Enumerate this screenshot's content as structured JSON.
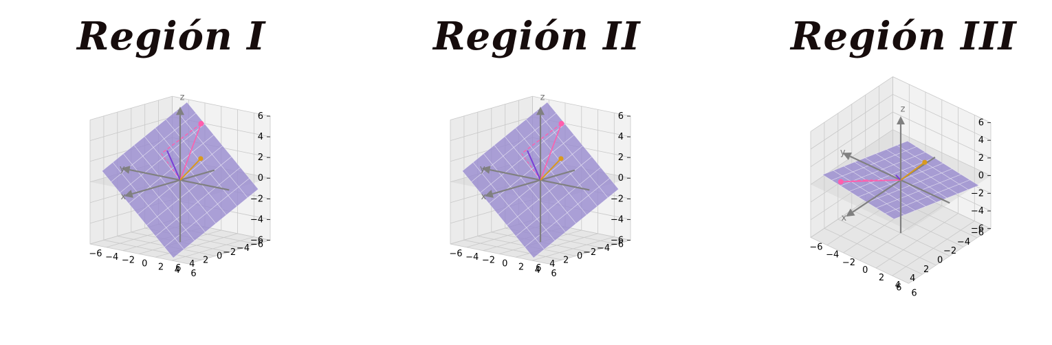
{
  "chart_data": [
    {
      "type": "surface3d",
      "title": "Región I",
      "axis_names": {
        "x": "x",
        "y": "y",
        "z": "z"
      },
      "xlim": [
        -6,
        6
      ],
      "ylim": [
        -6,
        6
      ],
      "zlim": [
        -6,
        6
      ],
      "ticks": {
        "x": [
          -6,
          -4,
          -2,
          0,
          2,
          4,
          6
        ],
        "y": [
          -6,
          -4,
          -2,
          0,
          2,
          4,
          6
        ],
        "z": [
          -6,
          -4,
          -2,
          0,
          2,
          4,
          6
        ]
      },
      "tick_labels": {
        "x": [
          "−6",
          "−4",
          "−2",
          "0",
          "2",
          "4",
          "6"
        ],
        "y": [
          "6",
          "4",
          "2",
          "0",
          "−2",
          "−4",
          "−6"
        ],
        "z": [
          "−6",
          "−4",
          "−2",
          "0",
          "2",
          "4",
          "6"
        ]
      },
      "grid": true,
      "plane_color": "#9a8ccf",
      "point_color": "#ff5fad",
      "vector_color": "#7a3ed6",
      "secondary_point_color": "#d99a1e"
    },
    {
      "type": "surface3d",
      "title": "Región II",
      "axis_names": {
        "x": "x",
        "y": "y",
        "z": "z"
      },
      "xlim": [
        -6,
        6
      ],
      "ylim": [
        -6,
        6
      ],
      "zlim": [
        -6,
        6
      ],
      "ticks": {
        "x": [
          -6,
          -4,
          -2,
          0,
          2,
          4,
          6
        ],
        "y": [
          -6,
          -4,
          -2,
          0,
          2,
          4,
          6
        ],
        "z": [
          -6,
          -4,
          -2,
          0,
          2,
          4,
          6
        ]
      },
      "tick_labels": {
        "x": [
          "−6",
          "−4",
          "−2",
          "0",
          "2",
          "4",
          "6"
        ],
        "y": [
          "6",
          "4",
          "2",
          "0",
          "−2",
          "−4",
          "−6"
        ],
        "z": [
          "−6",
          "−4",
          "−2",
          "0",
          "2",
          "4",
          "6"
        ]
      },
      "grid": true,
      "plane_color": "#9a8ccf",
      "point_color": "#ff5fad",
      "vector_color": "#7a3ed6",
      "secondary_point_color": "#d99a1e"
    },
    {
      "type": "surface3d",
      "title": "Región III",
      "axis_names": {
        "x": "x",
        "y": "y",
        "z": "z"
      },
      "xlim": [
        -6,
        6
      ],
      "ylim": [
        -6,
        6
      ],
      "zlim": [
        -6,
        6
      ],
      "ticks": {
        "x": [
          -6,
          -4,
          -2,
          0,
          2,
          4,
          6
        ],
        "y": [
          -6,
          -4,
          -2,
          0,
          2,
          4,
          6
        ],
        "z": [
          -6,
          -4,
          -2,
          0,
          2,
          4,
          6
        ]
      },
      "tick_labels": {
        "x": [
          "−6",
          "−4",
          "−2",
          "0",
          "2",
          "4",
          "6"
        ],
        "y": [
          "6",
          "4",
          "2",
          "0",
          "−2",
          "−4",
          "−6"
        ],
        "z": [
          "−6",
          "−4",
          "−2",
          "0",
          "2",
          "4",
          "6"
        ]
      },
      "grid": true,
      "plane_color": "#9a8ccf",
      "point_color": "#ff5fad",
      "vector_color": "#7a3ed6",
      "secondary_point_color": "#d99a1e"
    }
  ]
}
